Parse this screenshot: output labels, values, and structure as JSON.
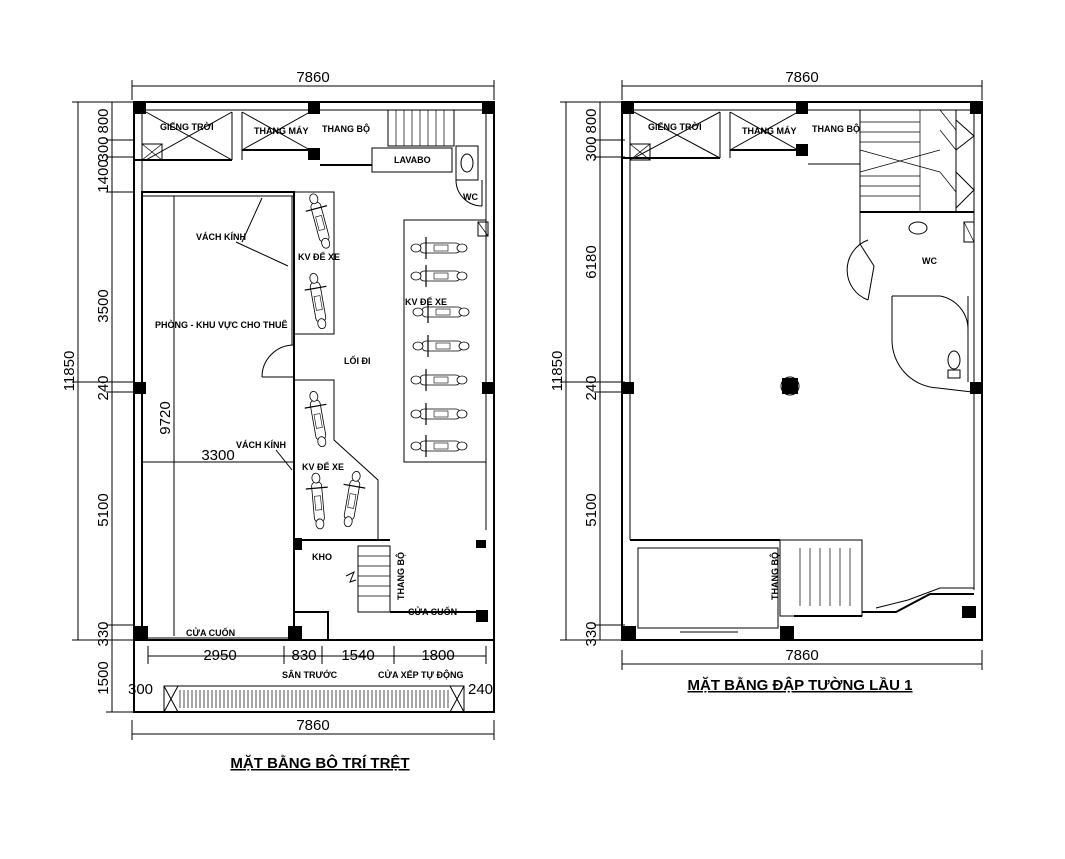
{
  "plan_ground": {
    "title": "MẶT BẰNG BÔ TRÍ TRỆT",
    "dims": {
      "top_width": "7860",
      "bottom_width": "7860",
      "total_height": "11850",
      "seg_800": "800",
      "seg_300": "300",
      "seg_1400": "1400",
      "seg_3500": "3500",
      "seg_240": "240",
      "seg_5100": "5100",
      "seg_330": "330",
      "seg_1500": "1500",
      "inner_9720": "9720",
      "inner_3300": "3300",
      "front_2950": "2950",
      "front_830": "830",
      "front_1540": "1540",
      "front_1800": "1800",
      "left_300": "300",
      "right_240": "240"
    },
    "labels": {
      "gieng_troi": "GIẾNG TRỜI",
      "thang_may": "THANG MÁY",
      "thang_bo_top": "THANG BỘ",
      "lavabo": "LAVABO",
      "wc": "WC",
      "vach_kinh_1": "VÁCH KÍNH",
      "vach_kinh_2": "VÁCH KÍNH",
      "kv_de_xe_1": "KV ĐỂ XE",
      "kv_de_xe_2": "KV ĐỂ XE",
      "kv_de_xe_3": "KV ĐỂ XE",
      "phong": "PHÒNG - KHU VỰC CHO THUÊ",
      "loi_di": "LỐI ĐI",
      "kho": "KHO",
      "thang_bo_bottom": "THANG BỘ",
      "cua_cuon_1": "CỬA CUỐN",
      "cua_cuon_2": "CỬA CUỐN",
      "san_truoc": "SÂN TRƯỚC",
      "cua_xep": "CỬA XẾP TỰ ĐỘNG"
    }
  },
  "plan_floor1": {
    "title": "MẶT BẰNG ĐẬP TƯỜNG LẦU 1",
    "dims": {
      "top_width": "7860",
      "bottom_width": "7860",
      "total_height": "11850",
      "seg_800": "800",
      "seg_300": "300",
      "seg_6180": "6180",
      "seg_240": "240",
      "seg_5100": "5100",
      "seg_330": "330"
    },
    "labels": {
      "gieng_troi": "GIẾNG TRỜI",
      "thang_may": "THANG MÁY",
      "thang_bo_top": "THANG BỘ",
      "wc": "WC",
      "thang_bo_bottom": "THANG BỘ"
    }
  }
}
